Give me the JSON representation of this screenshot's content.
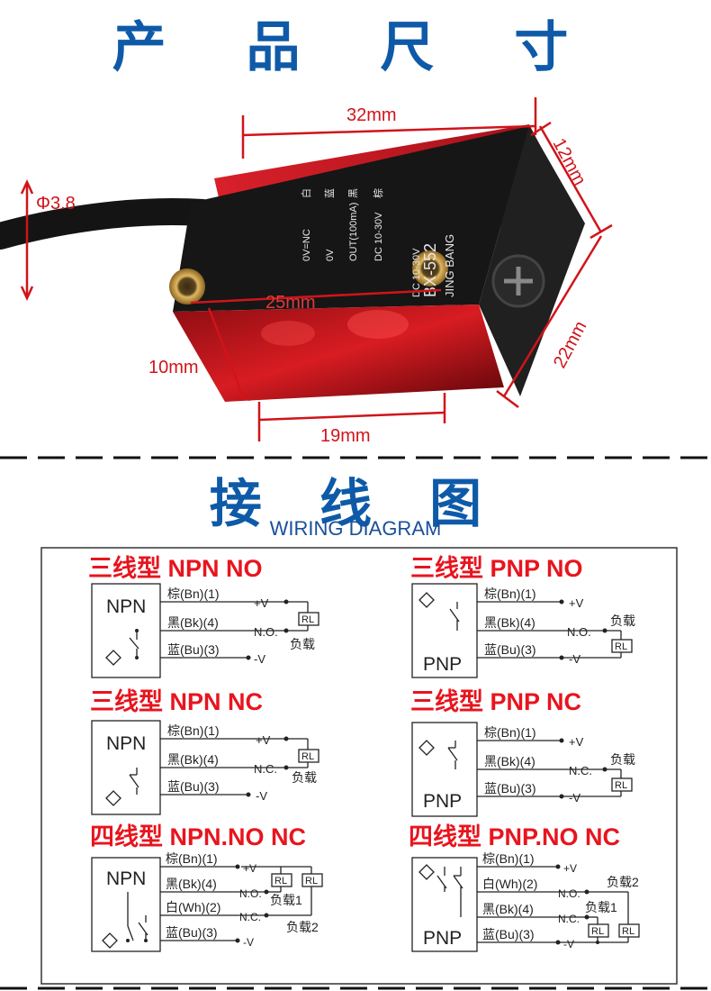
{
  "headings": {
    "dimensions_title": "产 品 尺 寸",
    "wiring_title": "接 线 图",
    "wiring_subtitle": "WIRING DIAGRAM"
  },
  "dimensions": {
    "length": "32mm",
    "depth": "12mm",
    "cable": "Φ3.8",
    "hole_spacing": "25mm",
    "height": "22mm",
    "lens_height": "10mm",
    "lens_width": "19mm"
  },
  "sensor_label": {
    "brand_line": "JING BANG",
    "model": "BX-552",
    "supply": "DC 10-30V",
    "wire_brown": "棕",
    "wire_black": "黑",
    "wire_blue": "蓝",
    "wire_white": "白",
    "term_brown": "DC 10-30V",
    "term_black": "OUT(100mA)",
    "term_blue": "0V",
    "term_white": "0V=NC"
  },
  "diagrams": {
    "npn_no": {
      "title": "三线型 NPN NO",
      "box": "NPN",
      "w1": "棕(Bn)(1)",
      "w2": "黑(Bk)(4)",
      "w3": "蓝(Bu)(3)",
      "t1": "+V",
      "t2": "N.O.",
      "t3": "-V",
      "rl": "RL",
      "load": "负载"
    },
    "pnp_no": {
      "title": "三线型 PNP NO",
      "box": "PNP",
      "w1": "棕(Bn)(1)",
      "w2": "黑(Bk)(4)",
      "w3": "蓝(Bu)(3)",
      "t1": "+V",
      "t2": "N.O.",
      "t3": "-V",
      "rl": "RL",
      "load": "负载"
    },
    "npn_nc": {
      "title": "三线型 NPN NC",
      "box": "NPN",
      "w1": "棕(Bn)(1)",
      "w2": "黑(Bk)(4)",
      "w3": "蓝(Bu)(3)",
      "t1": "+V",
      "t2": "N.C.",
      "t3": "-V",
      "rl": "RL",
      "load": "负载"
    },
    "pnp_nc": {
      "title": "三线型 PNP NC",
      "box": "PNP",
      "w1": "棕(Bn)(1)",
      "w2": "黑(Bk)(4)",
      "w3": "蓝(Bu)(3)",
      "t1": "+V",
      "t2": "N.C.",
      "t3": "-V",
      "rl": "RL",
      "load": "负载"
    },
    "npn_nonc": {
      "title": "四线型 NPN.NO NC",
      "box": "NPN",
      "w1": "棕(Bn)(1)",
      "w2": "黑(Bk)(4)",
      "w3": "白(Wh)(2)",
      "w4": "蓝(Bu)(3)",
      "t1": "+V",
      "t2": "N.O.",
      "t3": "N.C.",
      "t4": "-V",
      "rl": "RL",
      "load1": "负载1",
      "load2": "负载2"
    },
    "pnp_nonc": {
      "title": "四线型 PNP.NO NC",
      "box": "PNP",
      "w1": "棕(Bn)(1)",
      "w2": "白(Wh)(2)",
      "w3": "黑(Bk)(4)",
      "w4": "蓝(Bu)(3)",
      "t1": "+V",
      "t2": "N.O.",
      "t3": "N.C.",
      "t4": "-V",
      "rl": "RL",
      "load1": "负载1",
      "load2": "负载2"
    }
  },
  "colors": {
    "heading_blue": "#0e5aa8",
    "title_red": "#e8141e",
    "dimension_red": "#d0141a",
    "sensor_red": "#c0121c"
  }
}
